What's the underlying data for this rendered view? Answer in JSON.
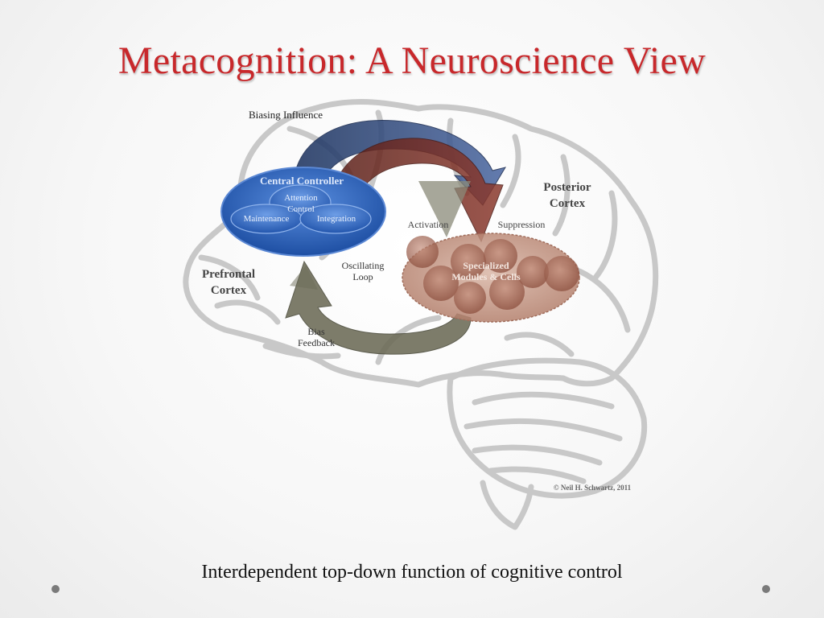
{
  "slide": {
    "title": "Metacognition:  A Neuroscience View",
    "caption": "Interdependent top-down function of cognitive control"
  },
  "diagram": {
    "biasing_influence": "Biasing Influence",
    "central_controller": "Central Controller",
    "attention_control_1": "Attention",
    "attention_control_2": "Control",
    "maintenance": "Maintenance",
    "integration": "Integration",
    "posterior_cortex_1": "Posterior",
    "posterior_cortex_2": "Cortex",
    "activation": "Activation",
    "suppression": "Suppression",
    "specialized_1": "Specialized",
    "specialized_2": "Modules & Cells",
    "prefrontal_1": "Prefrontal",
    "prefrontal_2": "Cortex",
    "oscillating_1": "Oscillating",
    "oscillating_2": "Loop",
    "bias_feedback_1": "Bias",
    "bias_feedback_2": "Feedback",
    "copyright": "© Neil H. Schwartz, 2011"
  },
  "colors": {
    "title": "#c8282b",
    "controller_blue": "#2f62b8",
    "arrow_navy": "#2a3f6b",
    "arrow_maroon": "#6e2a22",
    "arrow_olive": "#6b6b55",
    "modules_fill": "#b98a78",
    "brain_outline": "#c4c4c4"
  }
}
